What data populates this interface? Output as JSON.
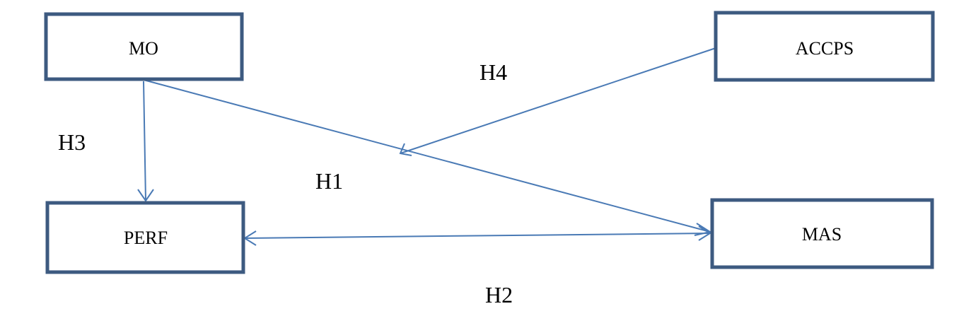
{
  "nodes": {
    "mo": "MO",
    "accps": "ACCPS",
    "perf": "PERF",
    "mas": "MAS"
  },
  "hypotheses": {
    "h1": "H1",
    "h2": "H2",
    "h3": "H3",
    "h4": "H4"
  },
  "colors": {
    "box_border": "#3d5a80",
    "arrow": "#4a7ab5"
  }
}
